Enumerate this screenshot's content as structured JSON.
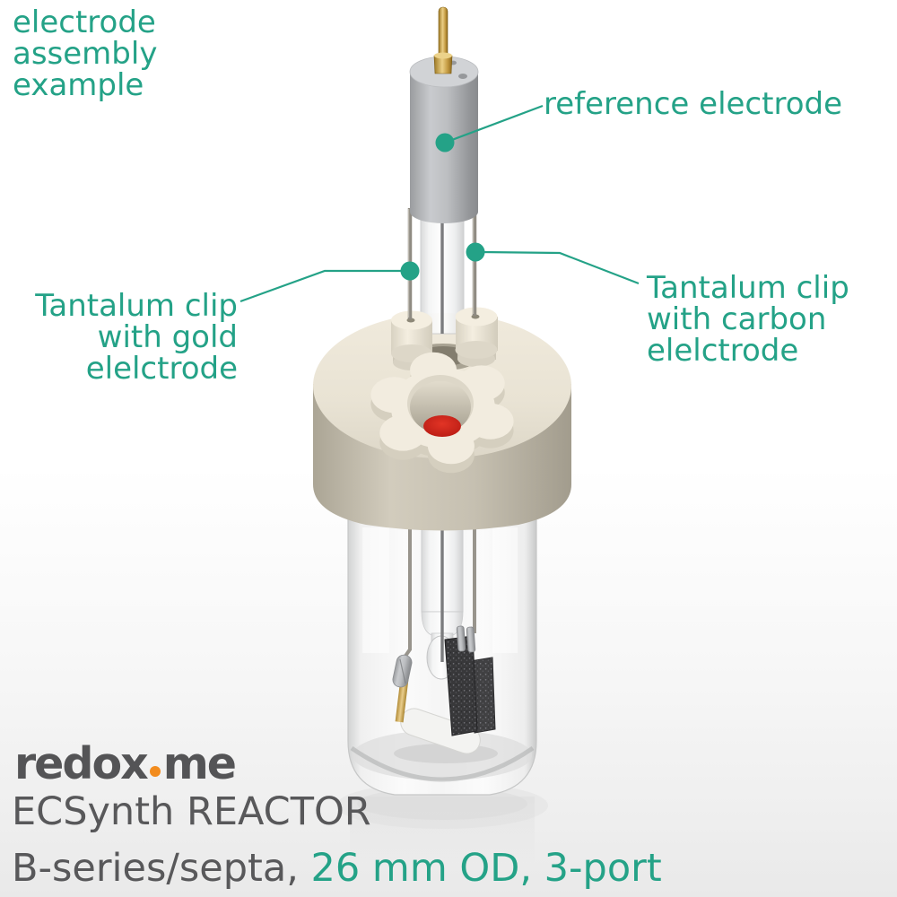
{
  "colors": {
    "teal": "#24a287",
    "text_gray": "#58585a",
    "logo_gray": "#545456",
    "orange": "#f28c1e",
    "septum_red": "#cb2017",
    "cap_cream": "#efe9db",
    "cap_side": "#c0baab",
    "metal_gray": "#b4b6b9",
    "gold": "#d9b45c",
    "carbon_black": "#3a3a3c",
    "glass": "#f4f5f5"
  },
  "annotations": {
    "corner_note": {
      "lines": [
        "electrode",
        "assembly",
        "example"
      ]
    },
    "reference_electrode": {
      "label": "reference electrode"
    },
    "gold_clip": {
      "lines": [
        "Tantalum clip",
        "with gold",
        "elelctrode"
      ]
    },
    "carbon_clip": {
      "lines": [
        "Tantalum clip",
        "with carbon",
        "elelctrode"
      ]
    }
  },
  "branding": {
    "logo_part1": "redox",
    "logo_part2": "me",
    "product_line1": "ECSynth REACTOR",
    "product_line2_gray": "B-series/septa, ",
    "product_line2_teal": "26 mm OD, 3-port"
  }
}
